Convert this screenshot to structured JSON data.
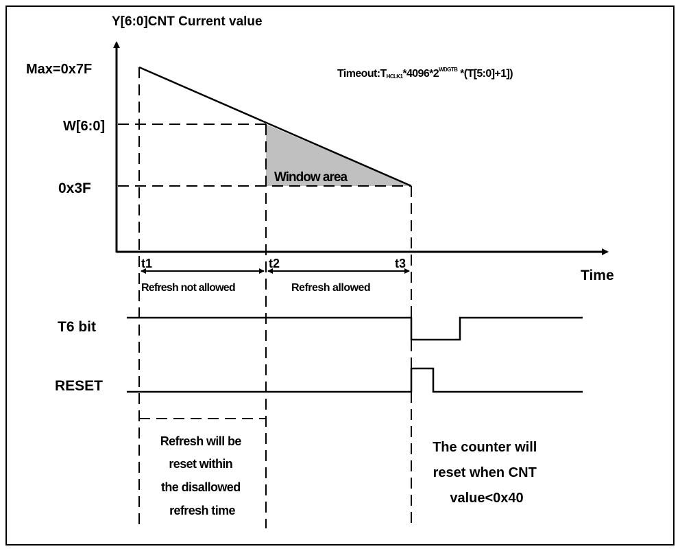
{
  "labels": {
    "y_axis": "Y[6:0]CNT Current value",
    "x_axis": "Time",
    "max": "Max=0x7F",
    "w": "W[6:0]",
    "low": "0x3F",
    "timeout_prefix": "Timeout:T",
    "timeout_sub": "HCLK1",
    "timeout_mid": "*4096*2",
    "timeout_sup": "WDGTB",
    "timeout_suffix": " *(T[5:0]+1])",
    "window_area": "Window area",
    "t1": "t1",
    "t2": "t2",
    "t3": "t3",
    "refresh_not_allowed": "Refresh not allowed",
    "refresh_allowed": "Refresh  allowed",
    "t6_bit": "T6 bit",
    "reset": "RESET",
    "note_left": [
      "Refresh will be",
      "reset within",
      "the disallowed",
      "refresh time"
    ],
    "note_right": [
      "The counter will",
      "reset when CNT",
      "value<0x40"
    ]
  },
  "colors": {
    "line": "#000000",
    "window_fill": "#c0c0c0"
  }
}
